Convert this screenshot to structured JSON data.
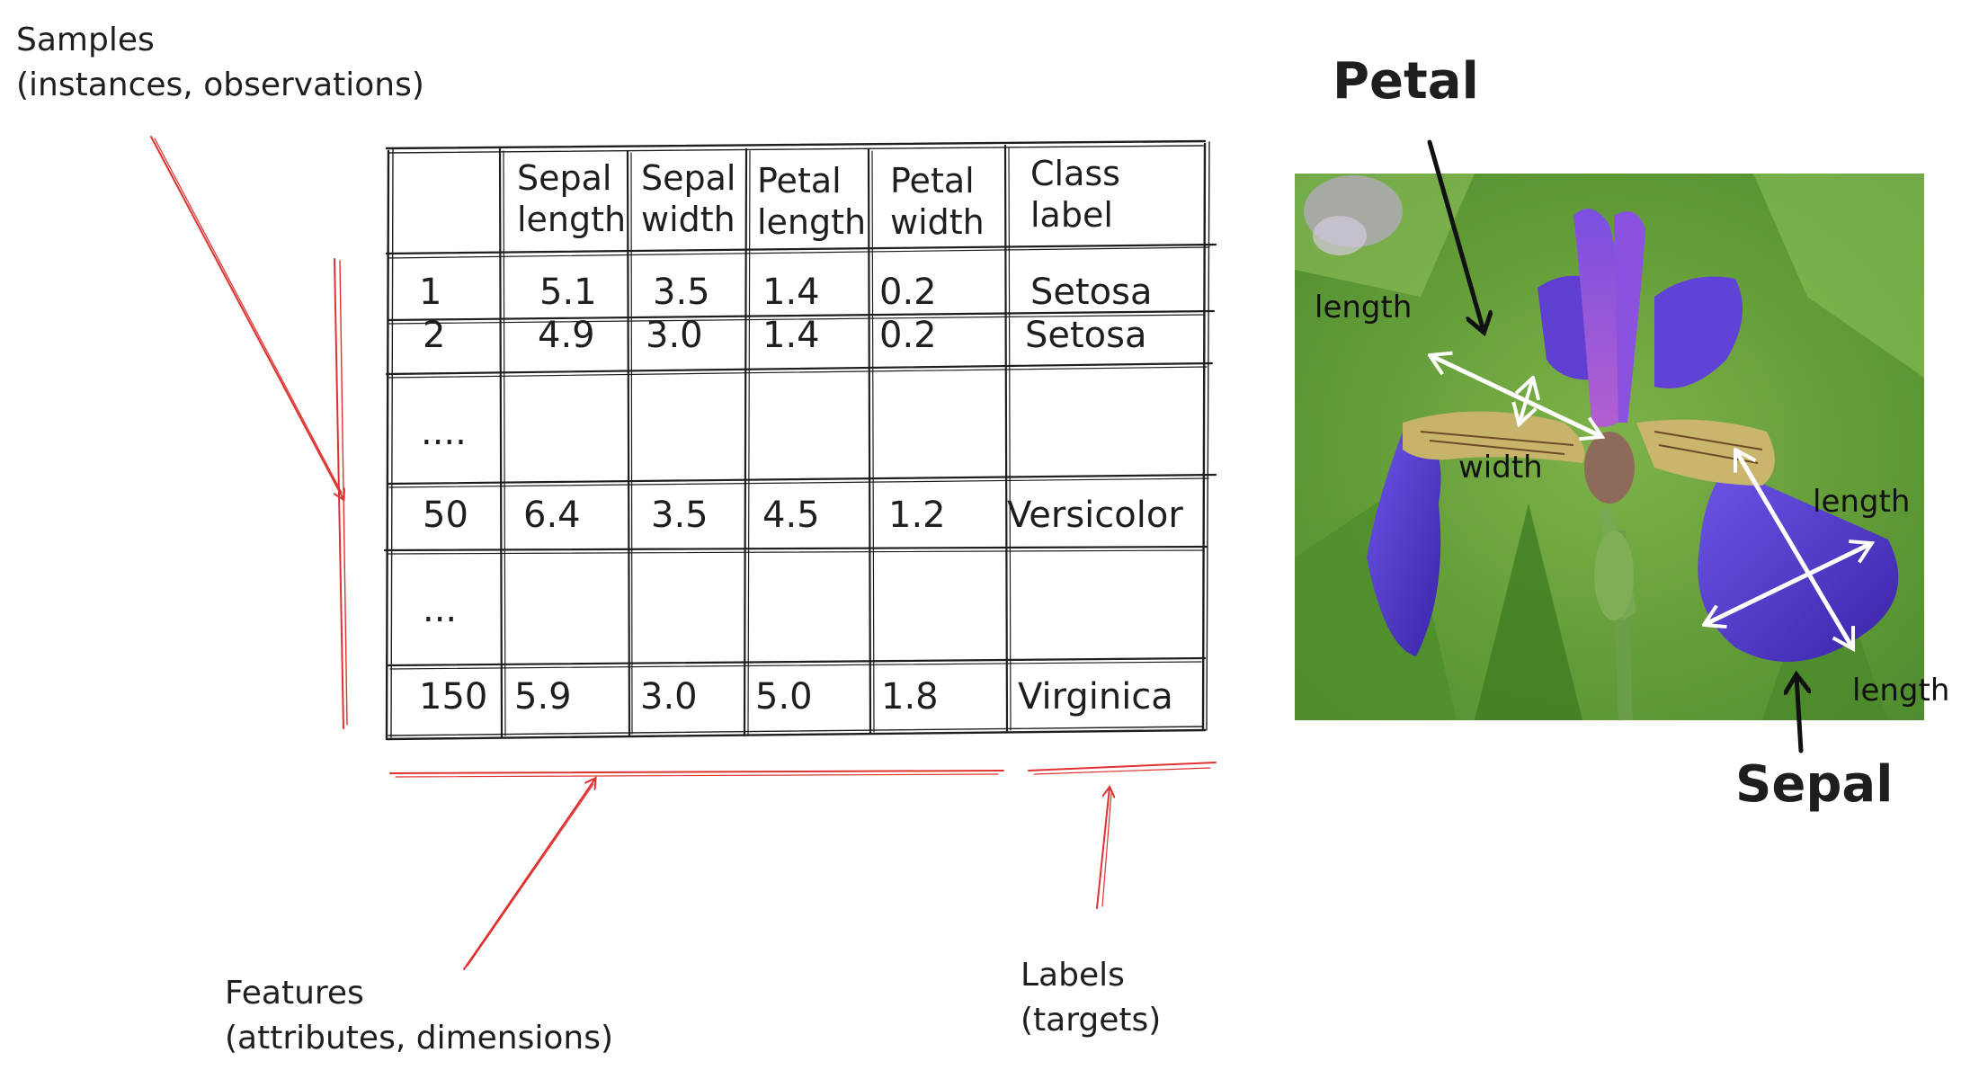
{
  "annotations": {
    "samples": {
      "line1": "Samples",
      "line2": "(instances, observations)"
    },
    "features": {
      "line1": "Features",
      "line2": "(attributes, dimensions)"
    },
    "labels": {
      "line1": "Labels",
      "line2": "(targets)"
    }
  },
  "table": {
    "columns": [
      {
        "l1": "",
        "l2": ""
      },
      {
        "l1": "Sepal",
        "l2": "length"
      },
      {
        "l1": "Sepal",
        "l2": "width"
      },
      {
        "l1": "Petal",
        "l2": "length"
      },
      {
        "l1": "Petal",
        "l2": "width"
      },
      {
        "l1": "Class",
        "l2": "label"
      }
    ],
    "rows": [
      [
        "1",
        "5.1",
        "3.5",
        "1.4",
        "0.2",
        "Setosa"
      ],
      [
        "2",
        "4.9",
        "3.0",
        "1.4",
        "0.2",
        "Setosa"
      ],
      [
        "....",
        "",
        "",
        "",
        "",
        ""
      ],
      [
        "50",
        "6.4",
        "3.5",
        "4.5",
        "1.2",
        "Versicolor"
      ],
      [
        "...",
        "",
        "",
        "",
        "",
        ""
      ],
      [
        "150",
        "5.9",
        "3.0",
        "5.0",
        "1.8",
        "Virginica"
      ]
    ]
  },
  "photo": {
    "title_top": "Petal",
    "title_bottom": "Sepal",
    "labels": {
      "petal_length": "length",
      "petal_width": "width",
      "sepal_length_a": "length",
      "sepal_length_b": "length"
    }
  },
  "colors": {
    "ink": "#1e1e1e",
    "red": "#e03131",
    "grass": "#6a9e3c",
    "iris": "#5a3fd0",
    "arrow": "#ffffff"
  }
}
